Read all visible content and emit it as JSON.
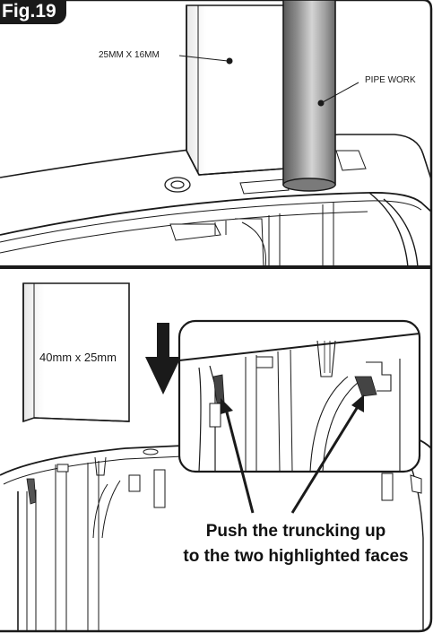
{
  "figure": {
    "label": "Fig.19"
  },
  "top_panel": {
    "trunking_label": "25MM X 16MM",
    "pipe_label": "PIPE WORK"
  },
  "bottom_panel": {
    "trunking_label": "40mm x 25mm",
    "caption_line1": "Push the truncking up",
    "caption_line2": "to the two highlighted faces"
  },
  "colors": {
    "outline": "#1a1a1a",
    "pipe_dark": "#6e6e6e",
    "pipe_light": "#c8c8c8",
    "highlight_face": "#444444"
  }
}
